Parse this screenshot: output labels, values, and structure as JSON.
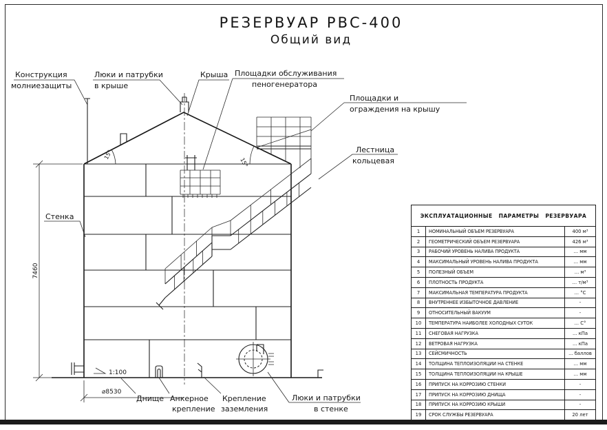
{
  "sheet": {
    "title_line1": "РЕЗЕРВУАР РВС-400",
    "title_line2": "Общий вид"
  },
  "callouts": {
    "lightning_line1": "Конструкция",
    "lightning_line2": "молниезащиты",
    "roof_hatches_line1": "Люки и патрубки",
    "roof_hatches_line2": "в крыше",
    "roof": "Крыша",
    "foam_line1": "Площадки обслуживания",
    "foam_line2": "пеногенератора",
    "roof_platform_line1": "Площадки и",
    "roof_platform_line2": "ограждения на крышу",
    "ladder_line1": "Лестница",
    "ladder_line2": "кольцевая",
    "wall": "Стенка",
    "bottom": "Днище",
    "anchor_line1": "Анкерное",
    "anchor_line2": "крепление",
    "grounding_line1": "Крепление",
    "grounding_line2": "заземления",
    "wall_hatches_line1": "Люки и патрубки",
    "wall_hatches_line2": "в стенке"
  },
  "dimensions": {
    "wall_height": "7460",
    "diameter": "⌀8530",
    "bottom_slope": "1:100",
    "roof_angle_left": "15°",
    "roof_angle_right": "15°"
  },
  "table": {
    "title": "ЭКСПЛУАТАЦИОННЫЕ ПАРАМЕТРЫ РЕЗЕРВУАРА",
    "rows": [
      {
        "num": "1",
        "name": "НОМИНАЛЬНЫЙ ОБЪЕМ РЕЗЕРВУАРА",
        "value": "400 м³"
      },
      {
        "num": "2",
        "name": "ГЕОМЕТРИЧЕСКИЙ ОБЪЕМ РЕЗЕРВУАРА",
        "value": "426 м³"
      },
      {
        "num": "3",
        "name": "РАБОЧИЙ УРОВЕНЬ НАЛИВА ПРОДУКТА",
        "value": "... мм"
      },
      {
        "num": "4",
        "name": "МАКСИМАЛЬНЫЙ УРОВЕНЬ НАЛИВА ПРОДУКТА",
        "value": "... мм"
      },
      {
        "num": "5",
        "name": "ПОЛЕЗНЫЙ ОБЪЕМ",
        "value": "... м³"
      },
      {
        "num": "6",
        "name": "ПЛОТНОСТЬ ПРОДУКТА",
        "value": "... т/м³"
      },
      {
        "num": "7",
        "name": "МАКСИМАЛЬНАЯ ТЕМПЕРАТУРА ПРОДУКТА",
        "value": "... °С"
      },
      {
        "num": "8",
        "name": "ВНУТРЕННЕЕ ИЗБЫТОЧНОЕ ДАВЛЕНИЕ",
        "value": "-"
      },
      {
        "num": "9",
        "name": "ОТНОСИТЕЛЬНЫЙ ВАКУУМ",
        "value": "-"
      },
      {
        "num": "10",
        "name": "ТЕМПЕРАТУРА НАИБОЛЕЕ ХОЛОДНЫХ СУТОК",
        "value": "... С°"
      },
      {
        "num": "11",
        "name": "СНЕГОВАЯ НАГРУЗКА",
        "value": "... кПа"
      },
      {
        "num": "12",
        "name": "ВЕТРОВАЯ НАГРУЗКА",
        "value": "... кПа"
      },
      {
        "num": "13",
        "name": "СЕЙСМИЧНОСТЬ",
        "value": "... баллов"
      },
      {
        "num": "14",
        "name": "ТОЛЩИНА ТЕПЛОИЗОЛЯЦИИ НА СТЕНКЕ",
        "value": "... мм"
      },
      {
        "num": "15",
        "name": "ТОЛЩИНА ТЕПЛОИЗОЛЯЦИИ НА КРЫШЕ",
        "value": "... мм"
      },
      {
        "num": "16",
        "name": "ПРИПУСК НА КОРРОЗИЮ СТЕНКИ",
        "value": "-"
      },
      {
        "num": "17",
        "name": "ПРИПУСК НА КОРРОЗИЮ ДНИЩА",
        "value": "-"
      },
      {
        "num": "18",
        "name": "ПРИПУСК НА КОРРОЗИЮ КРЫШИ",
        "value": "-"
      },
      {
        "num": "19",
        "name": "СРОК СЛУЖБЫ РЕЗЕРВУАРА",
        "value": "20 лет"
      }
    ]
  }
}
